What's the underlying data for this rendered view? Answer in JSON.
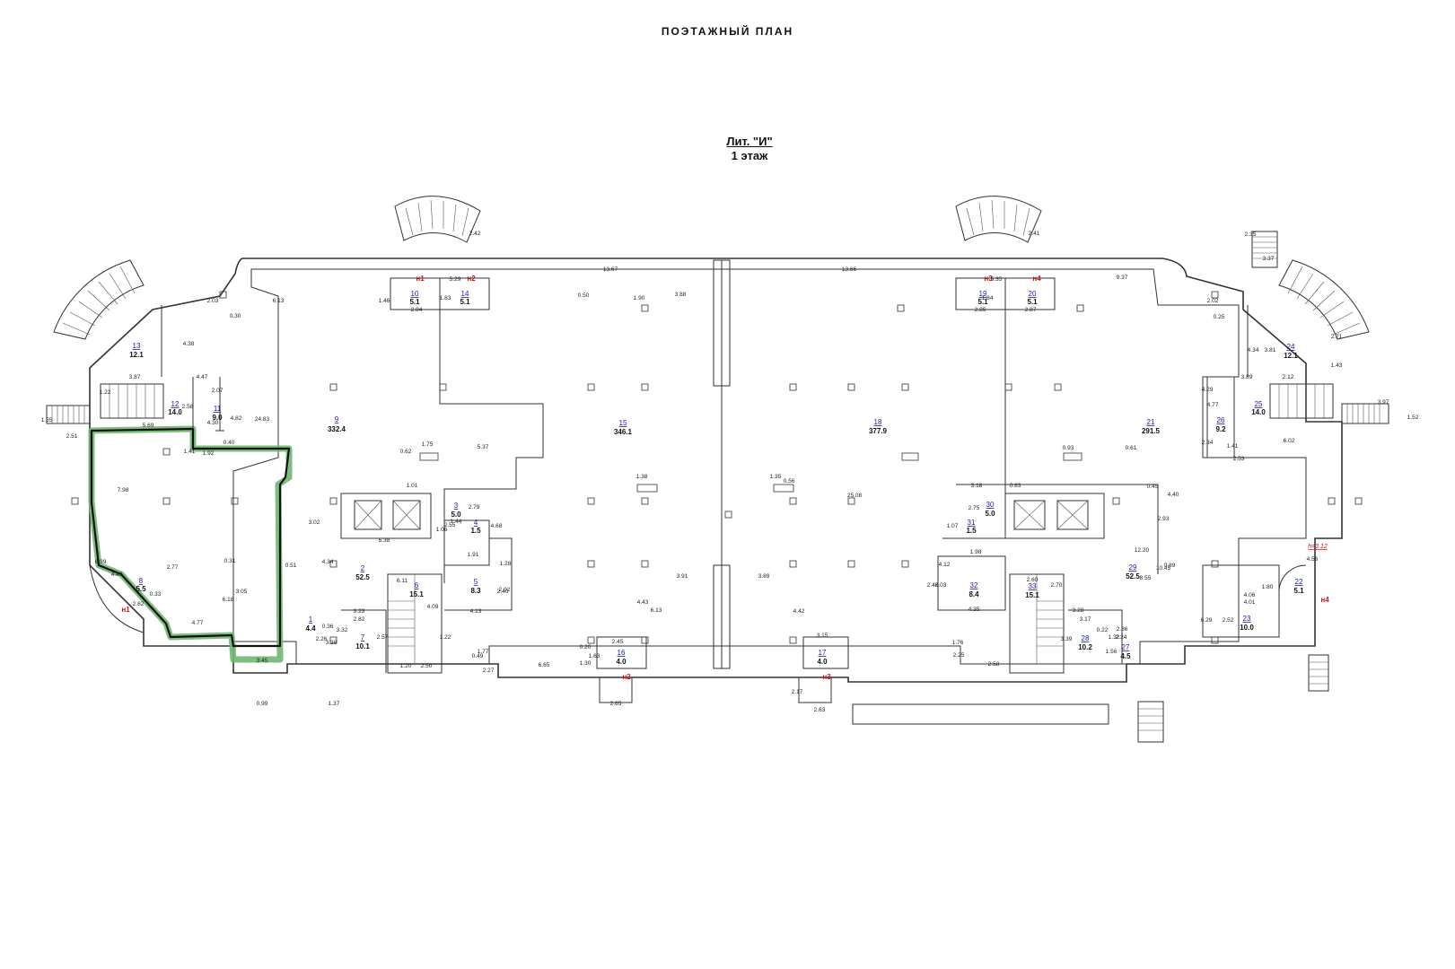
{
  "page_title": "ПОЭТАЖНЫЙ ПЛАН",
  "building_label": "Лит. \"И\"",
  "floor_label": "1 этаж",
  "ceiling_height_label": "h=3.12",
  "colors": {
    "highlight": "#4f9a4f",
    "room_number": "#1a1aa8",
    "marker": "#c81414"
  },
  "entrance_markers": [
    "н1",
    "н2",
    "н3",
    "н4",
    "н1",
    "н2",
    "н3",
    "н4"
  ],
  "rooms": [
    {
      "number": "1",
      "area": "4.4"
    },
    {
      "number": "2",
      "area": "52.5"
    },
    {
      "number": "3",
      "area": "5.0"
    },
    {
      "number": "4",
      "area": "1.5"
    },
    {
      "number": "5",
      "area": "8.3"
    },
    {
      "number": "6",
      "area": "15.1"
    },
    {
      "number": "7",
      "area": "10.1"
    },
    {
      "number": "8",
      "area": "5.5"
    },
    {
      "number": "9",
      "area": "332.4"
    },
    {
      "number": "10",
      "area": "5.1"
    },
    {
      "number": "11",
      "area": "9.0"
    },
    {
      "number": "12",
      "area": "14.0"
    },
    {
      "number": "13",
      "area": "12.1"
    },
    {
      "number": "14",
      "area": "5.1"
    },
    {
      "number": "15",
      "area": "346.1"
    },
    {
      "number": "16",
      "area": "4.0"
    },
    {
      "number": "17",
      "area": "4.0"
    },
    {
      "number": "18",
      "area": "377.9"
    },
    {
      "number": "19",
      "area": "5.1"
    },
    {
      "number": "20",
      "area": "5.1"
    },
    {
      "number": "21",
      "area": "291.5"
    },
    {
      "number": "22",
      "area": "5.1"
    },
    {
      "number": "23",
      "area": "10.0"
    },
    {
      "number": "24",
      "area": "12.1"
    },
    {
      "number": "25",
      "area": "14.0"
    },
    {
      "number": "26",
      "area": "9.2"
    },
    {
      "number": "27",
      "area": "4.5"
    },
    {
      "number": "28",
      "area": "10.2"
    },
    {
      "number": "29",
      "area": "52.5"
    },
    {
      "number": "30",
      "area": "5.0"
    },
    {
      "number": "31",
      "area": "1.5"
    },
    {
      "number": "32",
      "area": "8.4"
    },
    {
      "number": "33",
      "area": "15.1"
    }
  ],
  "dimensions": [
    "13.67",
    "13.66",
    "9.37",
    "6.13",
    "3.88",
    "5.29",
    "5.35",
    "2.35",
    "3.37",
    "2.03",
    "0.30",
    "0.50",
    "1.90",
    "1.46",
    "1.83",
    "1.84",
    "2.84",
    "2.85",
    "2.87",
    "2.02",
    "0.25",
    "4.38",
    "3.87",
    "4.47",
    "2.07",
    "1.22",
    "2.58",
    "4.30",
    "4.82",
    "24.83",
    "5.69",
    "1.55",
    "2.51",
    "1.41",
    "1.92",
    "0.40",
    "0.62",
    "1.75",
    "5.37",
    "7.98",
    "1.01",
    "6.38",
    "3.02",
    "2.79",
    "2.55",
    "1.06",
    "1.44",
    "4.68",
    "1.91",
    "1.28",
    "2.02",
    "2.40",
    "4.13",
    "4.34",
    "0.51",
    "6.39",
    "4.49",
    "2.77",
    "0.31",
    "0.33",
    "2.62",
    "4.77",
    "6.18",
    "3.05",
    "3.45",
    "0.99",
    "1.37",
    "0.36",
    "3.32",
    "3.23",
    "2.82",
    "2.26",
    "3.38",
    "2.57",
    "6.11",
    "4.09",
    "1.22",
    "1.20",
    "2.50",
    "2.27",
    "1.77",
    "0.49",
    "6.65",
    "4.43",
    "6.13",
    "0.20",
    "2.45",
    "1.63",
    "2.65",
    "1.30",
    "3.91",
    "3.89",
    "4.42",
    "3.15",
    "2.17",
    "2.63",
    "0.93",
    "1.38",
    "1.35",
    "0.56",
    "25.08",
    "3.18",
    "0.83",
    "2.75",
    "1.07",
    "1.98",
    "4.12",
    "2.46",
    "2.03",
    "4.35",
    "2.60",
    "2.70",
    "3.28",
    "3.17",
    "3.39",
    "0.22",
    "1.32",
    "2.86",
    "2.24",
    "1.56",
    "2.58",
    "1.76",
    "2.25",
    "2.93",
    "12.20",
    "10.45",
    "8.55",
    "0.89",
    "0.45",
    "4.40",
    "3.89",
    "2.12",
    "4.29",
    "4.77",
    "2.34",
    "1.41",
    "2.53",
    "6.02",
    "3.81",
    "4.34",
    "1.43",
    "3.97",
    "1.52",
    "2.71",
    "4.56",
    "4.06",
    "4.01",
    "1.80",
    "6.29",
    "2.52",
    "0.61",
    "2.42",
    "2.41"
  ]
}
